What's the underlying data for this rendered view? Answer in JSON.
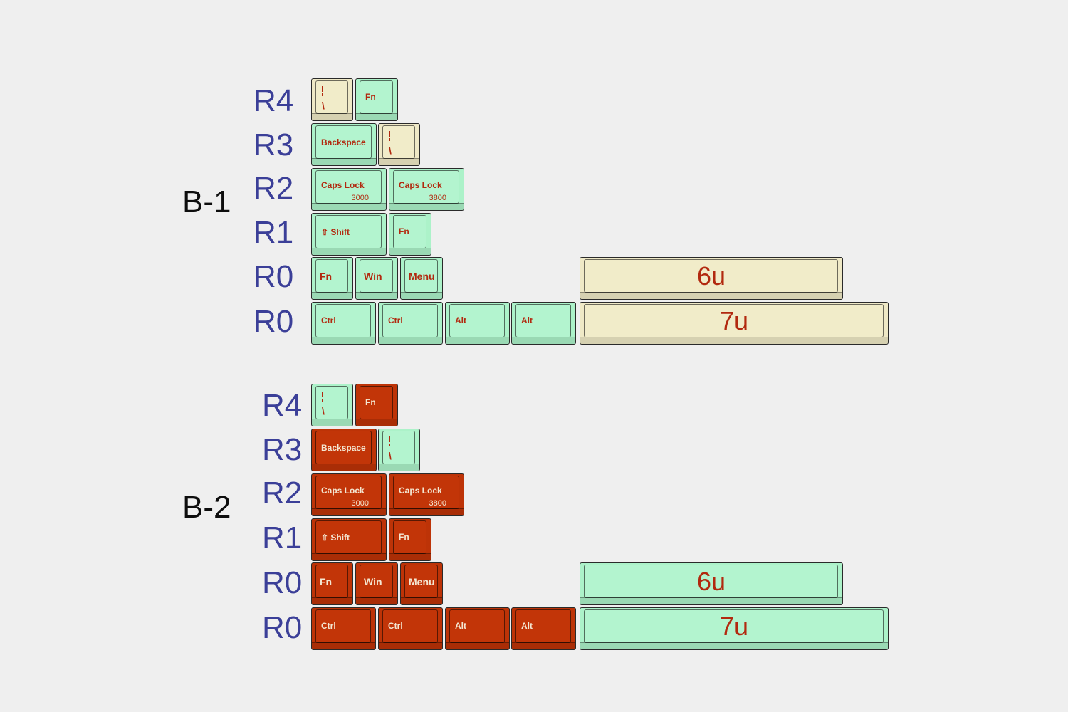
{
  "kits": [
    {
      "label": "B-1",
      "rows": [
        "R4",
        "R3",
        "R2",
        "R1",
        "R0",
        "R0"
      ],
      "keys": {
        "pipe_r4": {
          "legend_top": "|",
          "legend_bottom": "\\",
          "color": "cream"
        },
        "fn_r4": {
          "legend": "Fn",
          "color": "mint"
        },
        "backspace": {
          "legend": "Backspace",
          "color": "mint"
        },
        "pipe_r3": {
          "legend_top": "|",
          "legend_bottom": "\\",
          "color": "cream"
        },
        "caps_3000": {
          "legend": "Caps Lock",
          "sublegend": "3000",
          "color": "mint"
        },
        "caps_3800": {
          "legend": "Caps Lock",
          "sublegend": "3800",
          "color": "mint"
        },
        "shift": {
          "legend": "⇧ Shift",
          "color": "mint"
        },
        "fn_r1": {
          "legend": "Fn",
          "color": "mint"
        },
        "fn_r0": {
          "legend": "Fn",
          "color": "mint"
        },
        "win": {
          "legend": "Win",
          "color": "mint"
        },
        "menu": {
          "legend": "Menu",
          "color": "mint"
        },
        "space_6u": {
          "legend": "6u",
          "color": "cream"
        },
        "ctrl_1": {
          "legend": "Ctrl",
          "color": "mint"
        },
        "ctrl_2": {
          "legend": "Ctrl",
          "color": "mint"
        },
        "alt_1": {
          "legend": "Alt",
          "color": "mint"
        },
        "alt_2": {
          "legend": "Alt",
          "color": "mint"
        },
        "space_7u": {
          "legend": "7u",
          "color": "cream"
        }
      }
    },
    {
      "label": "B-2",
      "rows": [
        "R4",
        "R3",
        "R2",
        "R1",
        "R0",
        "R0"
      ],
      "keys": {
        "pipe_r4": {
          "legend_top": "|",
          "legend_bottom": "\\",
          "color": "mint"
        },
        "fn_r4": {
          "legend": "Fn",
          "color": "red"
        },
        "backspace": {
          "legend": "Backspace",
          "color": "red"
        },
        "pipe_r3": {
          "legend_top": "|",
          "legend_bottom": "\\",
          "color": "mint"
        },
        "caps_3000": {
          "legend": "Caps Lock",
          "sublegend": "3000",
          "color": "red"
        },
        "caps_3800": {
          "legend": "Caps Lock",
          "sublegend": "3800",
          "color": "red"
        },
        "shift": {
          "legend": "⇧ Shift",
          "color": "red"
        },
        "fn_r1": {
          "legend": "Fn",
          "color": "red"
        },
        "fn_r0": {
          "legend": "Fn",
          "color": "red"
        },
        "win": {
          "legend": "Win",
          "color": "red"
        },
        "menu": {
          "legend": "Menu",
          "color": "red"
        },
        "space_6u": {
          "legend": "6u",
          "color": "mint"
        },
        "ctrl_1": {
          "legend": "Ctrl",
          "color": "red"
        },
        "ctrl_2": {
          "legend": "Ctrl",
          "color": "red"
        },
        "alt_1": {
          "legend": "Alt",
          "color": "red"
        },
        "alt_2": {
          "legend": "Alt",
          "color": "red"
        },
        "space_7u": {
          "legend": "7u",
          "color": "mint"
        }
      }
    }
  ],
  "colors": {
    "mint": "#acf2c9",
    "cream": "#efe9c6",
    "red": "#bd3307",
    "legend_red": "#b2290f",
    "legend_cream": "#f4e7d2",
    "row_label": "#3b3f98",
    "background": "#efefef"
  }
}
